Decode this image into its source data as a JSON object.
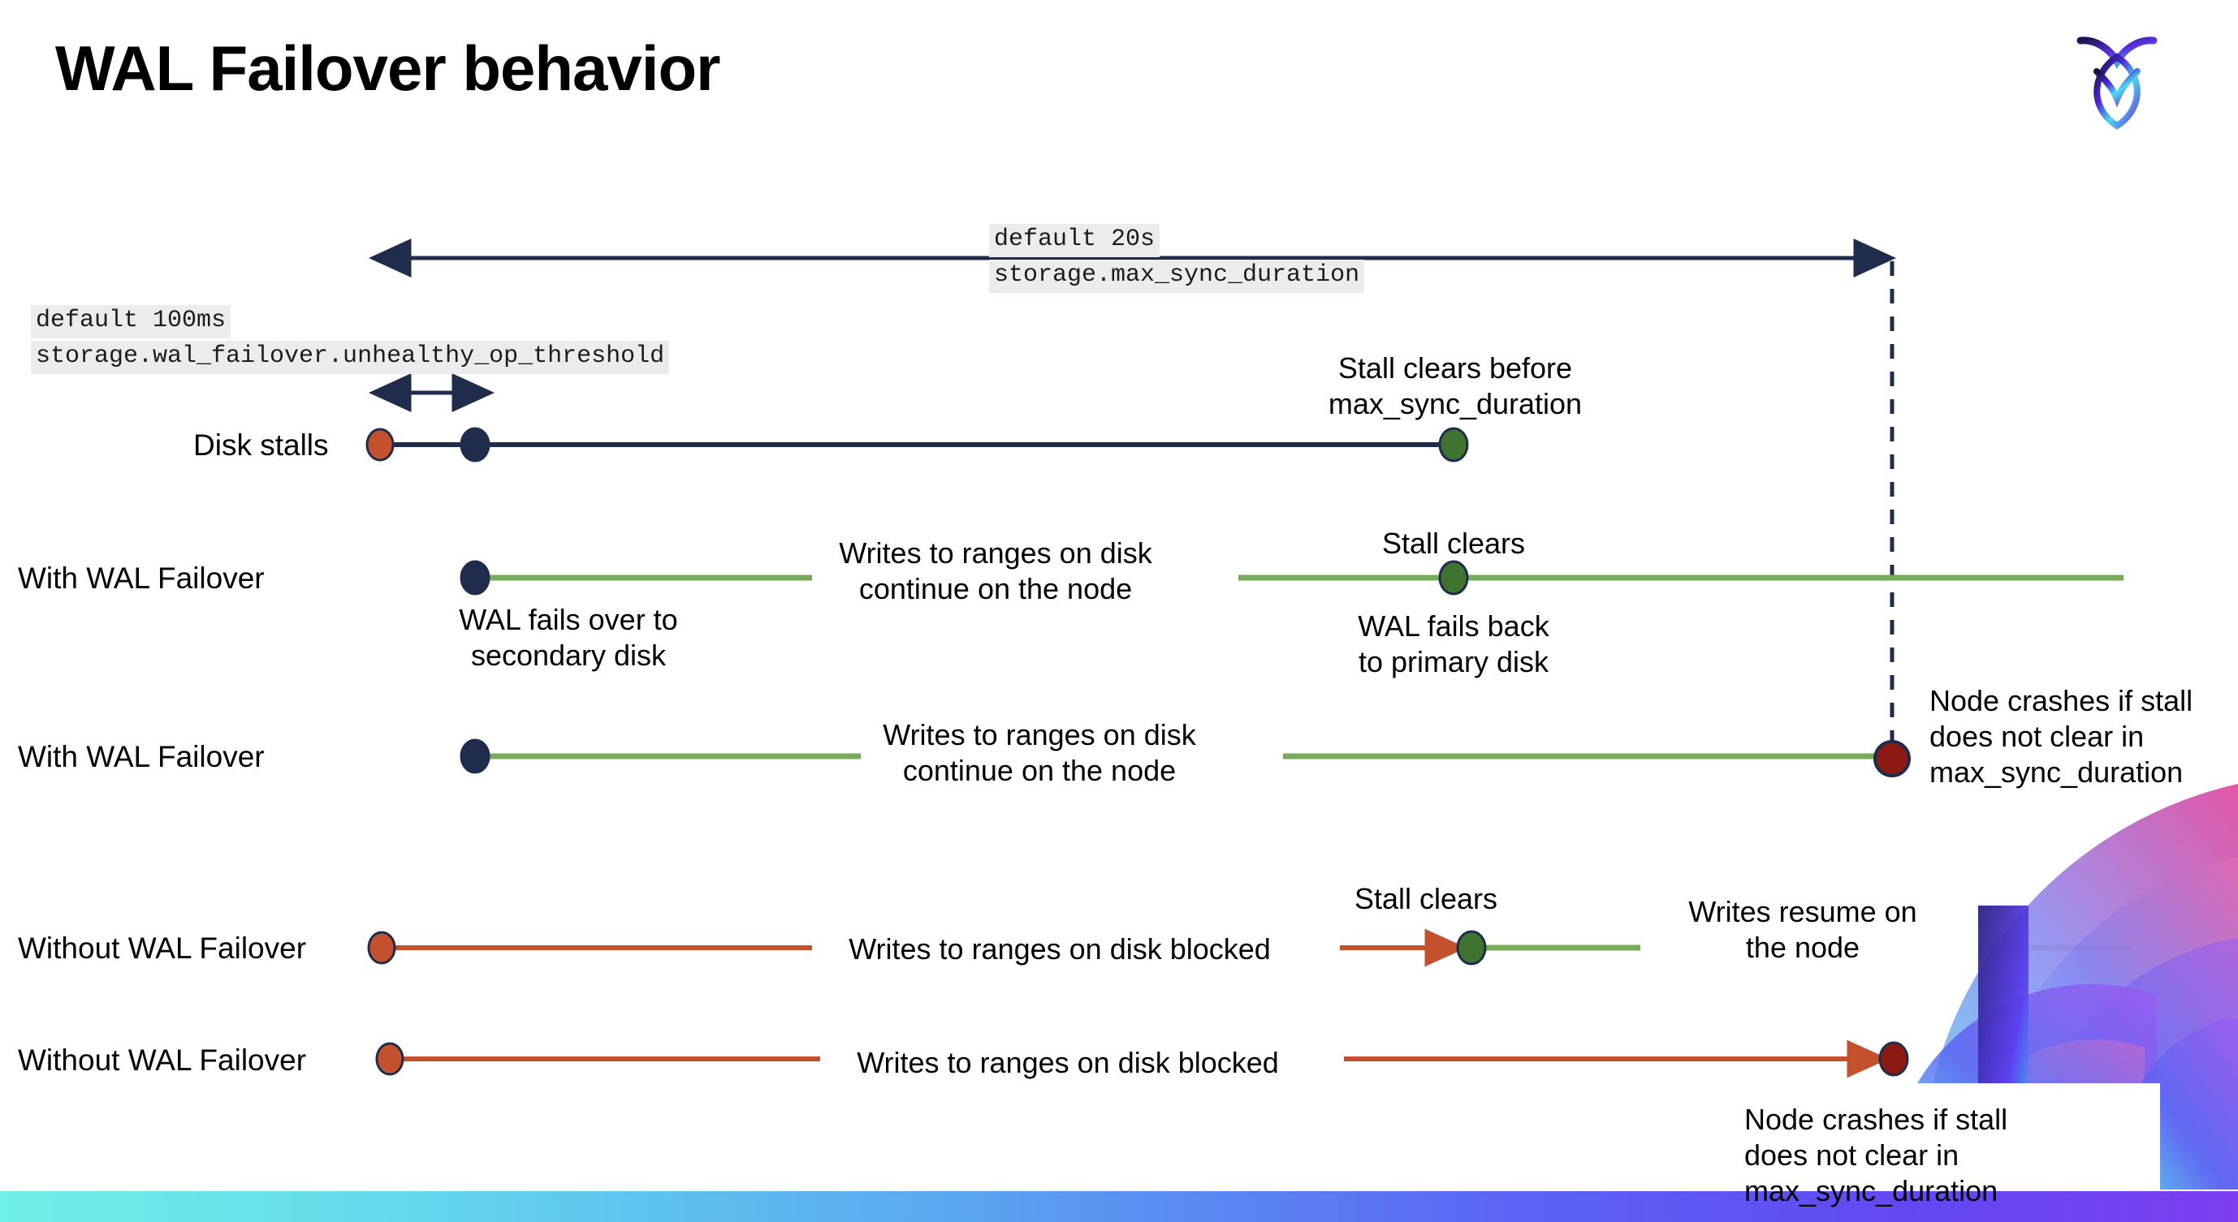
{
  "slide": {
    "title": "WAL Failover behavior",
    "logo_name": "cockroachdb-logo",
    "background": "#ffffff",
    "accent_bar_colors": [
      "#6ff0e6",
      "#5aa8f0",
      "#6248f2",
      "#7a3df0"
    ]
  },
  "colors": {
    "navy": "#1f2c4c",
    "green_line": "#7aab5b",
    "green_dot": "#3e7330",
    "orange": "#c4512e",
    "dark_red": "#8c1a12",
    "code_bg": "#ececec",
    "text": "#000000"
  },
  "settings": {
    "max_sync": {
      "default_label": "default 20s",
      "setting_name": "storage.max_sync_duration"
    },
    "unhealthy_op": {
      "default_label": "default 100ms",
      "setting_name": "storage.wal_failover.unhealthy_op_threshold"
    }
  },
  "rows": [
    {
      "id": "disk-stalls",
      "label": "Disk stalls",
      "annotations": [
        "Stall clears before\nmax_sync_duration"
      ]
    },
    {
      "id": "with-wal-failover-clears",
      "label": "With WAL Failover",
      "annotations": [
        "WAL fails over to\nsecondary disk",
        "Writes to ranges on disk\ncontinue on the node",
        "Stall clears",
        "WAL fails  back\nto primary disk"
      ]
    },
    {
      "id": "with-wal-failover-crash",
      "label": "With WAL Failover",
      "annotations": [
        "Writes to ranges on disk\ncontinue on the node",
        "Node crashes if stall\ndoes not clear in\nmax_sync_duration"
      ]
    },
    {
      "id": "without-wal-failover-clears",
      "label": "Without WAL Failover",
      "annotations": [
        "Writes to ranges on disk  blocked",
        "Stall clears",
        "Writes resume on\nthe node"
      ]
    },
    {
      "id": "without-wal-failover-crash",
      "label": "Without WAL Failover",
      "annotations": [
        "Writes to ranges on disk  blocked",
        "Node crashes if stall\ndoes not clear in\nmax_sync_duration"
      ]
    }
  ],
  "annotations": {
    "stall_clears_before": "Stall clears before\nmax_sync_duration",
    "wal_fails_over": "WAL fails over to\nsecondary disk",
    "writes_continue_1": "Writes to ranges on disk\ncontinue on the node",
    "writes_continue_2": "Writes to ranges on disk\ncontinue on the node",
    "stall_clears_1": "Stall clears",
    "wal_fails_back": "WAL fails  back\nto primary disk",
    "node_crashes_1": "Node crashes if stall\ndoes not clear in\nmax_sync_duration",
    "writes_blocked_1": "Writes to ranges on disk  blocked",
    "stall_clears_2": "Stall clears",
    "writes_resume": "Writes resume on\nthe node",
    "writes_blocked_2": "Writes to ranges on disk  blocked",
    "node_crashes_2": "Node crashes if stall\ndoes not clear in\nmax_sync_duration"
  }
}
